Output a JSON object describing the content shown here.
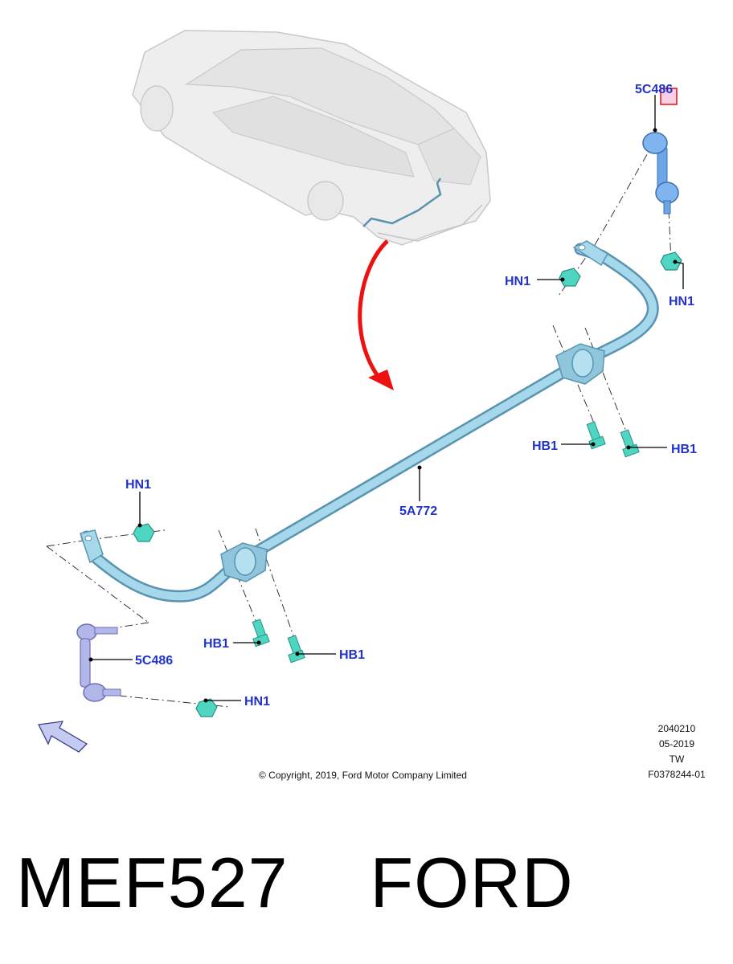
{
  "diagram": {
    "callouts": {
      "link_top": "5C486",
      "nut_upper_left": "HN1",
      "nut_upper_right": "HN1",
      "bolt_right_a": "HB1",
      "bolt_right_b": "HB1",
      "bar": "5A772",
      "nut_left": "HN1",
      "bolt_left_a": "HB1",
      "bolt_left_b": "HB1",
      "link_bottom": "5C486",
      "nut_bottom": "HN1"
    },
    "copyright": "© Copyright, 2019, Ford Motor Company Limited",
    "info_block": [
      "2040210",
      "05-2019",
      "TW",
      "F0378244-01"
    ],
    "colors": {
      "part_fill": "#9ad0e6",
      "part_stroke": "#5a93b0",
      "fastener_fill": "#4fd6c2",
      "callout_text": "#2233cc",
      "arrow_red": "#ee1111",
      "vehicle_fill": "#eeeeee"
    }
  },
  "caption": {
    "part_number": "MEF527",
    "brand": "FORD"
  }
}
